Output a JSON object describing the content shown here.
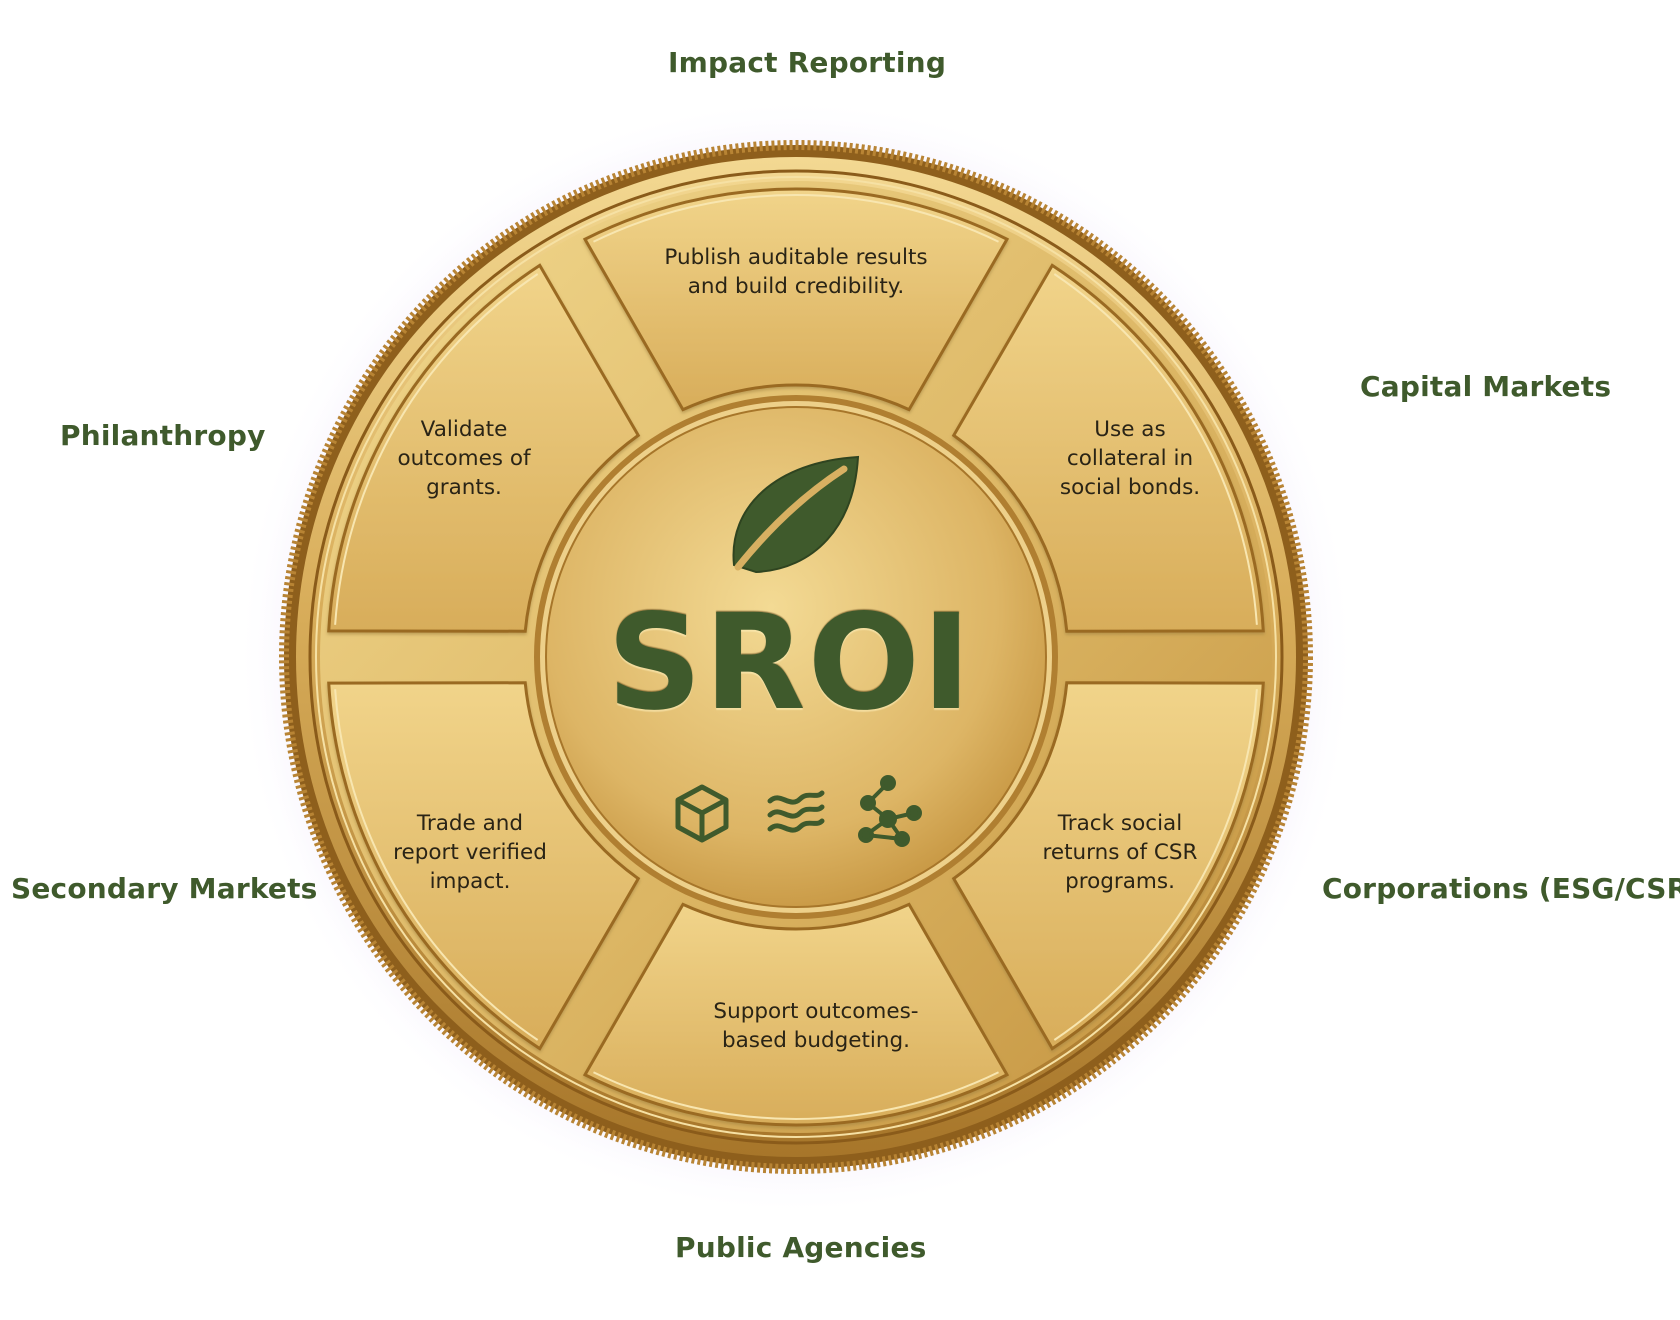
{
  "center": {
    "title": "SROI",
    "icons": [
      "leaf-icon",
      "cube-icon",
      "waves-icon",
      "network-icon"
    ]
  },
  "segments": [
    {
      "id": "impact-reporting",
      "label": "Impact Reporting",
      "lines": [
        "Publish auditable results",
        "and build credibility."
      ]
    },
    {
      "id": "capital-markets",
      "label": "Capital Markets",
      "lines": [
        "Use as",
        "collateral in",
        "social bonds."
      ]
    },
    {
      "id": "corporations",
      "label": "Corporations (ESG/CSR)",
      "lines": [
        "Track social",
        "returns of CSR",
        "programs."
      ]
    },
    {
      "id": "public-agencies",
      "label": "Public Agencies",
      "lines": [
        "Support outcomes-",
        "based budgeting."
      ]
    },
    {
      "id": "secondary-markets",
      "label": "Secondary Markets",
      "lines": [
        "Trade and",
        "report verified",
        "impact."
      ]
    },
    {
      "id": "philanthropy",
      "label": "Philanthropy",
      "lines": [
        "Validate",
        "outcomes of",
        "grants."
      ]
    }
  ],
  "colors": {
    "label_green": "#3f5a2c",
    "gold_light": "#f0d58c",
    "gold_mid": "#d6ab55",
    "gold_dark": "#9a6a22",
    "glow": "#d9c8f5"
  }
}
